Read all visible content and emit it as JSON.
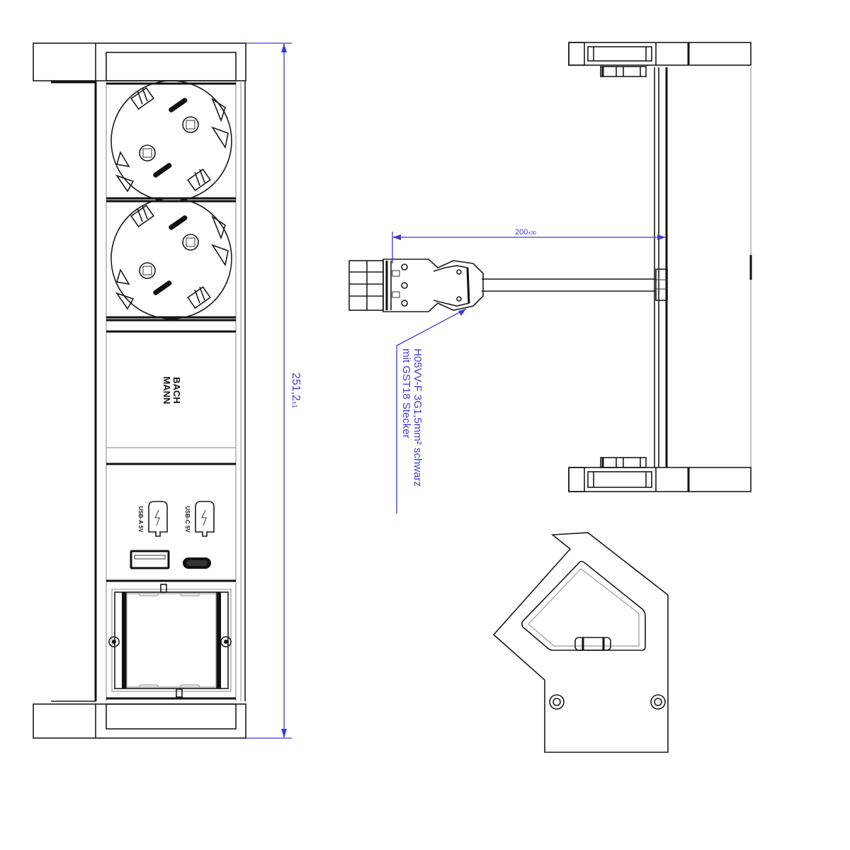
{
  "drawing": {
    "type": "technical-drawing",
    "subject": "desk power module with 2 Schuko sockets, USB-A/USB-C charger and empty insert slot",
    "accent_color": "#3b3bd6",
    "line_color": "#1a1a1a"
  },
  "front_view": {
    "modules": [
      {
        "kind": "schuko-socket",
        "index": 1
      },
      {
        "kind": "schuko-socket",
        "index": 2
      },
      {
        "kind": "logo-blank",
        "logo_line1": "BACH",
        "logo_line2": "MANN"
      },
      {
        "kind": "usb-charger",
        "usb_a_label": "USB-A 5V",
        "usb_c_label": "USB-C 5V"
      },
      {
        "kind": "empty-insert-frame"
      }
    ],
    "dimension_height": {
      "value": "251,2",
      "tolerance": "±1"
    }
  },
  "side_view": {
    "cable_length": {
      "value": "200",
      "tolerance": "±30"
    },
    "cable_annotation": {
      "line1": "H05VV-F 3G1,5mm² schwarz",
      "line2": "mit GST18 Stecker"
    }
  },
  "end_cap_view": {
    "screws": 2
  }
}
